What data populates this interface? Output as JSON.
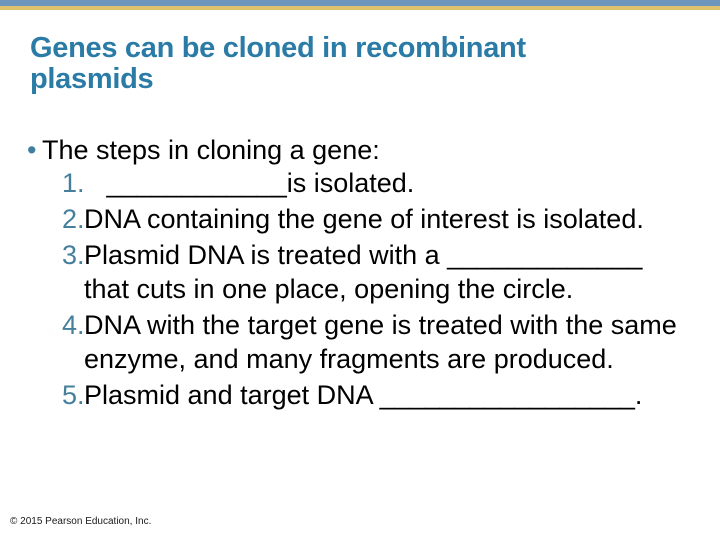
{
  "slide": {
    "title": "Genes can be cloned in recombinant plasmids",
    "bullet": {
      "marker": "•",
      "text": "The steps in cloning a gene:"
    },
    "steps": [
      {
        "num": "1.",
        "text": "   ____________is isolated."
      },
      {
        "num": "2.",
        "text": "DNA containing the gene of interest is isolated."
      },
      {
        "num": "3.",
        "text": "Plasmid DNA is treated with a _____________ that cuts in one place, opening the circle."
      },
      {
        "num": "4.",
        "text": "DNA with the target gene is treated with the same enzyme, and many fragments are produced."
      },
      {
        "num": "5.",
        "text": "Plasmid and target DNA _________________."
      }
    ],
    "footer": "© 2015 Pearson Education, Inc.",
    "colors": {
      "title": "#2b7ba7",
      "step_number": "#457f9c",
      "bullet": "#3e7f9e",
      "body_text": "#000000",
      "top_bar_blue": "#6e96bd",
      "top_bar_gold": "#e0c26d",
      "background": "#ffffff"
    }
  }
}
